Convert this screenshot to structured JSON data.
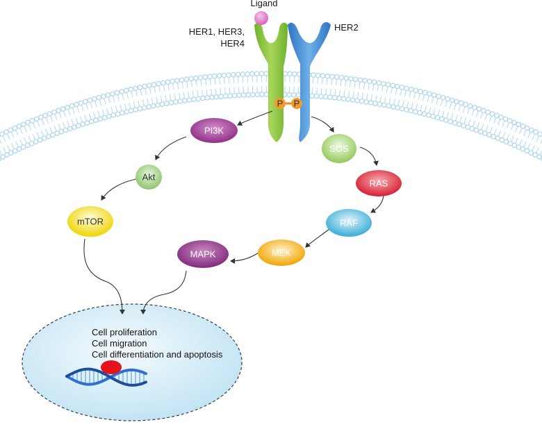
{
  "labels": {
    "ligand": "Ligand",
    "her_family_line1": "HER1, HER3,",
    "her_family_line2": "HER4",
    "her2": "HER2",
    "phospho_left": "P",
    "phospho_right": "P"
  },
  "nodes": {
    "pi3k": "PI3K",
    "akt": "Akt",
    "mtor": "mTOR",
    "sos": "SOS",
    "ras": "RAS",
    "raf": "RAF",
    "mek": "MEK",
    "mapk": "MAPK"
  },
  "outcomes": [
    "Cell proliferation",
    "Cell migration",
    "Cell differentiation and apoptosis"
  ],
  "colors": {
    "membrane": "#aed8ee",
    "her_green": "#8cc63f",
    "her2_blue": "#4a90d9",
    "ligand": "#e07bc8",
    "phospho": "#f39a2e",
    "pi3k": "#a33d98",
    "akt": "#9ccf7a",
    "mtor": "#f2e21c",
    "sos": "#a5d46a",
    "ras": "#e0283a",
    "raf": "#42b6dd",
    "mek": "#f4b21c",
    "mapk": "#9b3a8f",
    "nucleus": "#d4ecf7",
    "dna_blue": "#2f6fd0",
    "dna_dot": "#e3141b"
  },
  "icons": [
    "dna-icon"
  ]
}
